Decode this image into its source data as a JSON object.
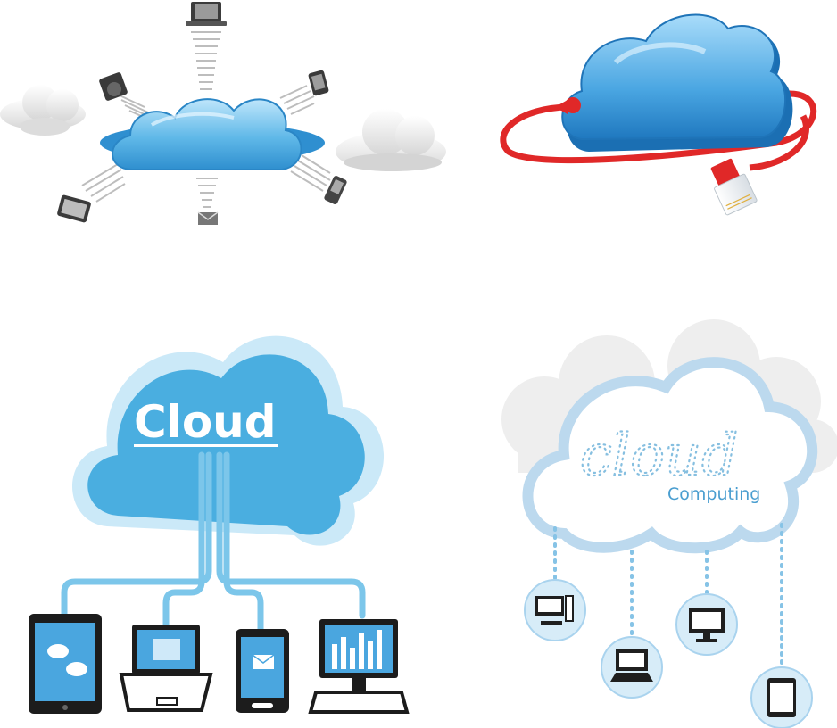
{
  "panels": {
    "bottom_left": {
      "title": "Cloud"
    },
    "bottom_right": {
      "title_script": "cloud",
      "subtitle": "Computing"
    }
  },
  "colors": {
    "cloud_blue": "#4aaee0",
    "cloud_light": "#cbe9f8",
    "cable_red": "#e02828",
    "grey_cloud": "#e6e6e6",
    "device_dark": "#2a2a2a",
    "line_blue": "#7cc6ea"
  },
  "icons": {
    "top_left_devices": [
      "laptop-icon",
      "camera-icon",
      "tablet-icon",
      "phone-icon",
      "envelope-icon",
      "smartphone-icon"
    ],
    "top_right": [
      "ethernet-cable-icon"
    ],
    "bottom_left_devices": [
      "tablet-chat-icon",
      "laptop-sync-icon",
      "phone-mail-icon",
      "monitor-chart-icon"
    ],
    "bottom_right_devices": [
      "desktop-icon",
      "laptop-icon",
      "monitor-icon",
      "tablet-icon"
    ]
  }
}
